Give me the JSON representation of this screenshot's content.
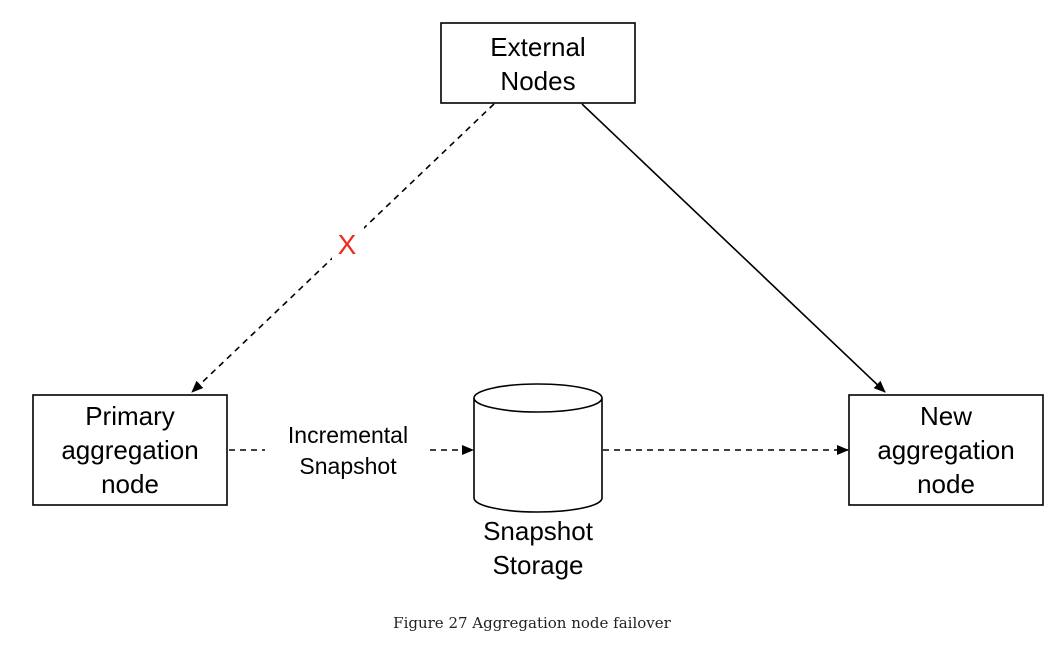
{
  "nodes": {
    "external": {
      "lines": [
        "External",
        "Nodes"
      ]
    },
    "primary": {
      "lines": [
        "Primary",
        "aggregation",
        "node"
      ]
    },
    "new_node": {
      "lines": [
        "New",
        "aggregation",
        "node"
      ]
    },
    "storage": {
      "lines": [
        "Snapshot",
        "Storage"
      ]
    }
  },
  "edges": {
    "snapshot_label": {
      "lines": [
        "Incremental",
        "Snapshot"
      ]
    },
    "failure_mark": "X"
  },
  "caption": "Figure 27 Aggregation node failover",
  "colors": {
    "failure_mark": "#ee2a1b",
    "stroke": "#000000"
  }
}
